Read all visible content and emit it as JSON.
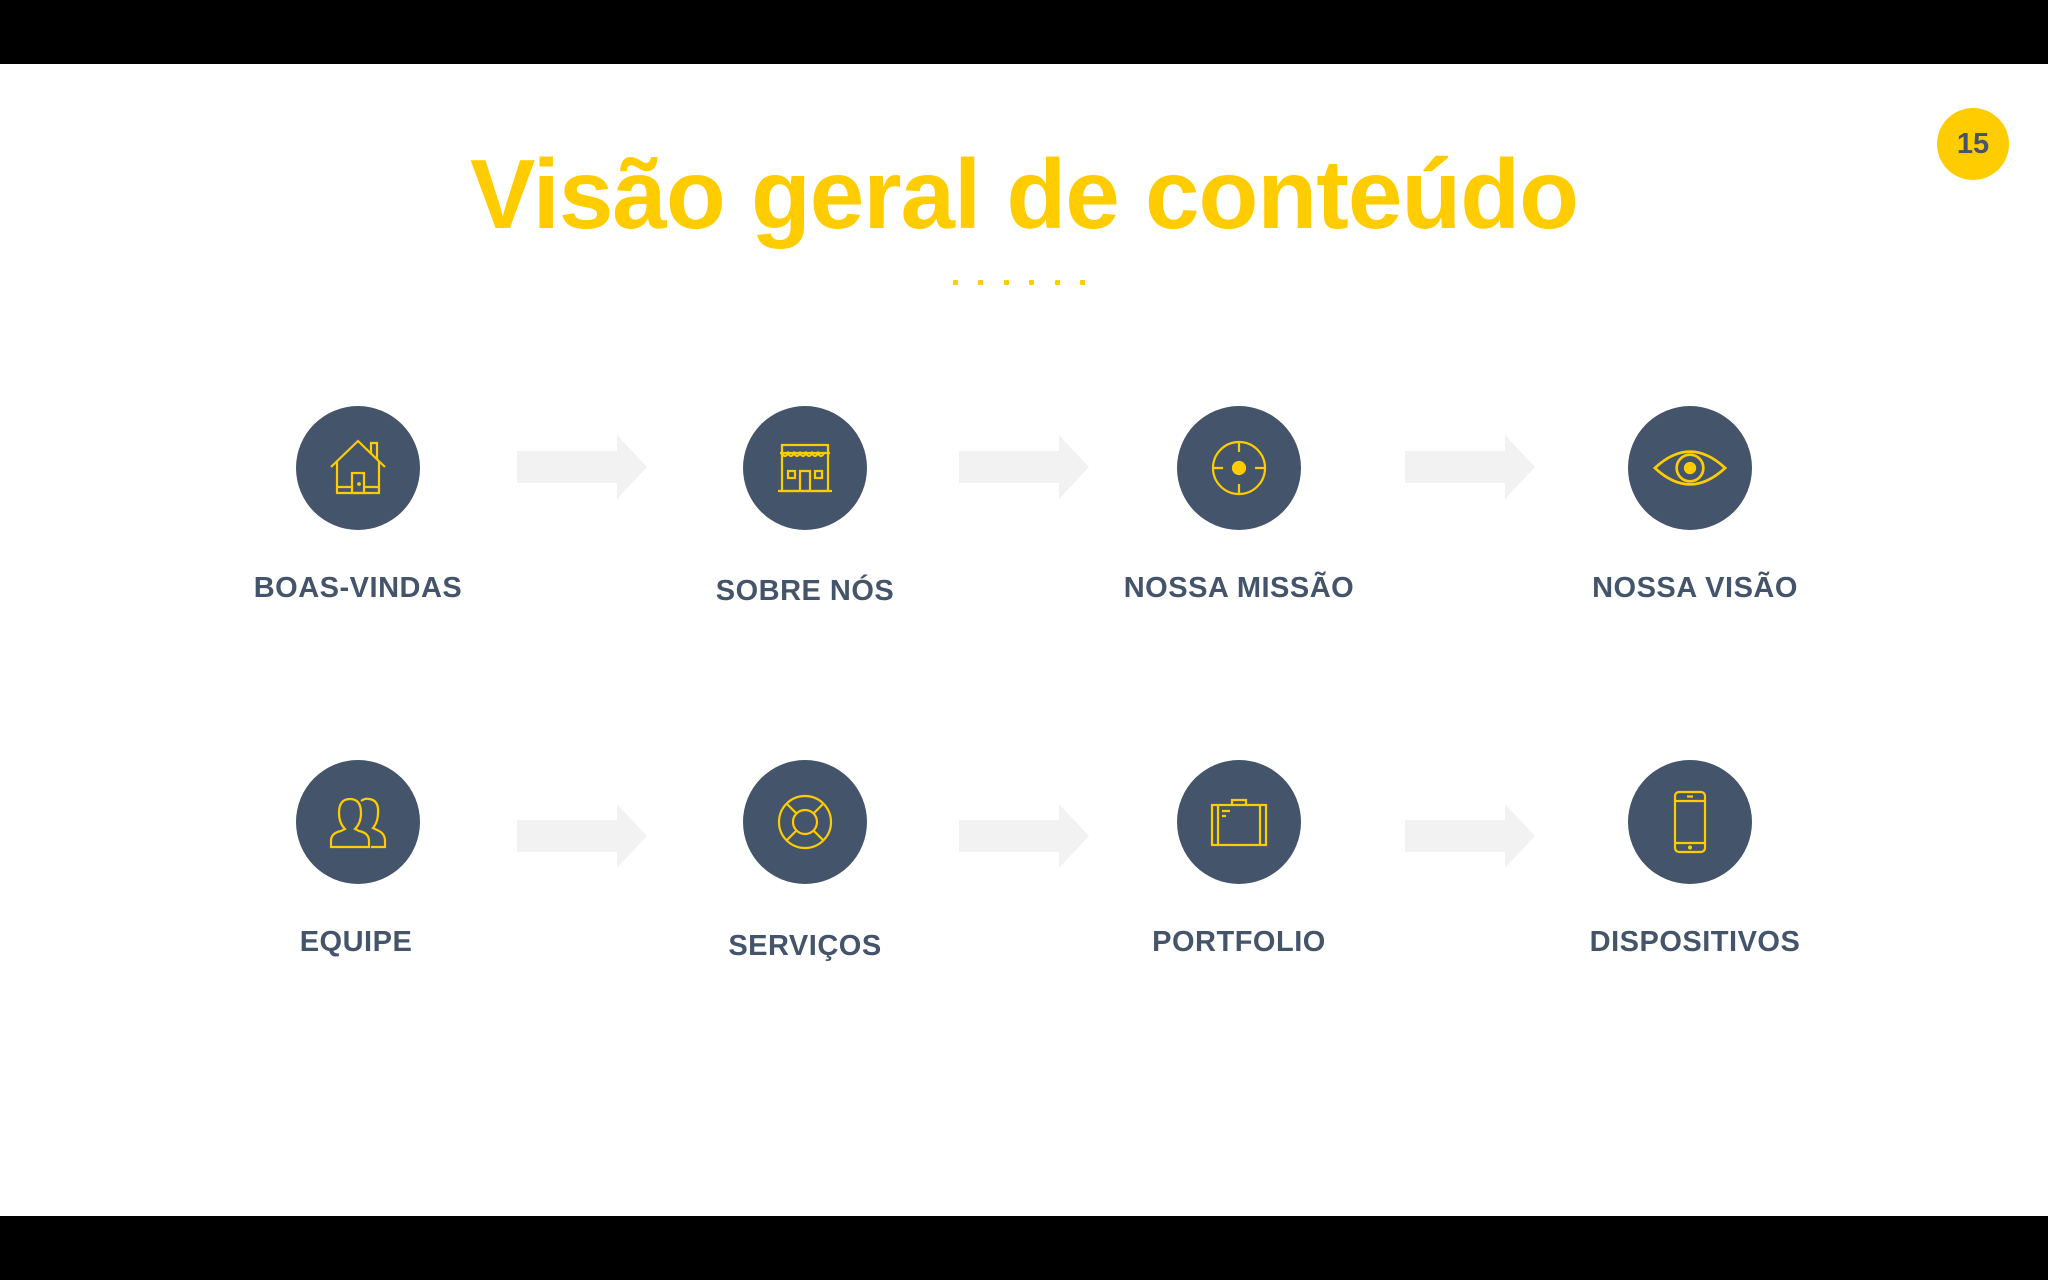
{
  "title": "Visão geral de conteúdo",
  "page_number": "15",
  "colors": {
    "accent": "#FFCC00",
    "node": "#44546A",
    "arrow": "#F2F2F2"
  },
  "rows": [
    [
      {
        "label": "BOAS-VINDAS",
        "icon": "house-icon"
      },
      {
        "label": "SOBRE NÓS",
        "icon": "storefront-icon"
      },
      {
        "label": "NOSSA MISSÃO",
        "icon": "target-icon"
      },
      {
        "label": "NOSSA VISÃO",
        "icon": "eye-icon"
      }
    ],
    [
      {
        "label": "EQUIPE",
        "icon": "team-icon"
      },
      {
        "label": "SERVIÇOS",
        "icon": "lifebuoy-icon"
      },
      {
        "label": "PORTFOLIO",
        "icon": "briefcase-icon"
      },
      {
        "label": "DISPOSITIVOS",
        "icon": "smartphone-icon"
      }
    ]
  ]
}
